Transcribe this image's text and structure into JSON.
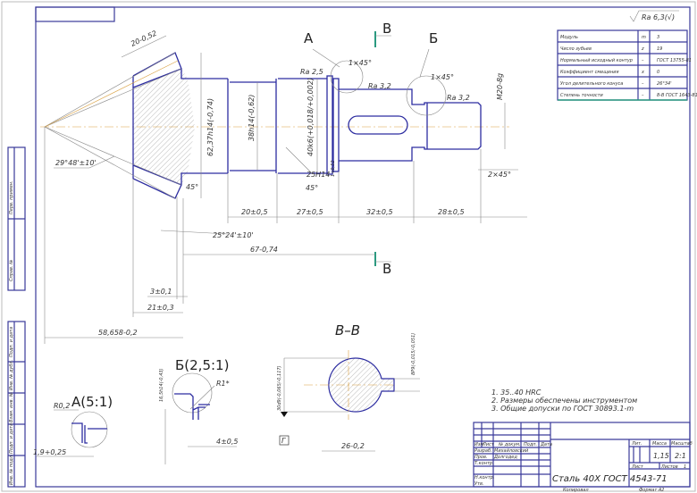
{
  "roughness_general": "Ra 6,3(√)",
  "params_table": [
    {
      "name": "Модуль",
      "symbol": "m",
      "value": "3"
    },
    {
      "name": "Число зубьев",
      "symbol": "z",
      "value": "19"
    },
    {
      "name": "Нормальный исходный контур",
      "symbol": "–",
      "value": "ГОСТ 13755-81"
    },
    {
      "name": "Коэффициент смещения",
      "symbol": "x",
      "value": "0"
    },
    {
      "name": "Угол делительного конуса",
      "symbol": "–",
      "value": "26°34'"
    },
    {
      "name": "Степень точности",
      "symbol": "–",
      "value": "8-В ГОСТ 1643-81"
    }
  ],
  "view_labels": {
    "a": "А",
    "b": "Б",
    "v": "В",
    "section": "В–В",
    "detail_a": "А(5:1)",
    "detail_b": "Б(2,5:1)",
    "datum": "Г"
  },
  "dimensions": {
    "face_width": "20-0,52",
    "dia_62": "62,37h14(-0,74)",
    "dia_38": "38h14(-0,62)",
    "dia_40": "40k6(+0,018/+0,002)",
    "ra25": "Ra 2,5",
    "ra32a": "Ra 3,2",
    "ra32b": "Ra 3,2",
    "chamfer_a": "1×45°",
    "chamfer_b": "1×45°",
    "thread": "M20-8g",
    "angle_cone": "29°48'±10'",
    "angle_45a": "45°",
    "angle_45b": "45°",
    "groove_dia": "25H14",
    "groove_w": "1+0,52",
    "chamfer_2": "2×45°",
    "len_20": "20±0,5",
    "len_27": "27±0,5",
    "len_32": "32±0,5",
    "len_28": "28±0,5",
    "angle_root": "25°24'±10'",
    "len_67": "67-0,74",
    "len_3": "3±0,1",
    "len_21": "21±0,3",
    "len_58": "58,658-0,2",
    "radius_02": "R0,2",
    "len_19": "1,9+0,25",
    "dia_165": "16,5h14(-0,43)",
    "radius_1": "R1*",
    "len_4": "4±0,5",
    "sec_dia": "30d9(-0,065/-0,117)",
    "key_w": "8P9(-0,015/-0,051)",
    "sec_26": "26-0,2"
  },
  "notes": [
    "1. 35..40 HRC",
    "2. Размеры обеспечены инструментом",
    "3. Общие допуски по ГОСТ 30893.1-m"
  ],
  "title_block": {
    "col_headers": [
      "Изм",
      "Лист",
      "№ докум.",
      "Подп.",
      "Дата"
    ],
    "roles": [
      "Разраб.",
      "Пров.",
      "Т.контр.",
      "Н.контр.",
      "Утв."
    ],
    "names": [
      "Михайловский",
      "Долгодед"
    ],
    "material": "Сталь 40Х ГОСТ 4543-71",
    "lit_label": "Лит.",
    "mass_label": "Масса",
    "scale_label": "Масштаб",
    "mass": "1,15",
    "scale": "2:1",
    "sheet_label": "Лист",
    "sheets_label": "Листов",
    "sheets": "1",
    "copied": "Копировал",
    "format": "Формат   А2"
  },
  "left_strip": [
    "Перв. примен.",
    "Справ. №",
    "Подп. и дата",
    "Инв. № дубл.",
    "Взам. инв. №",
    "Подп. и дата",
    "Инв. № подл."
  ]
}
